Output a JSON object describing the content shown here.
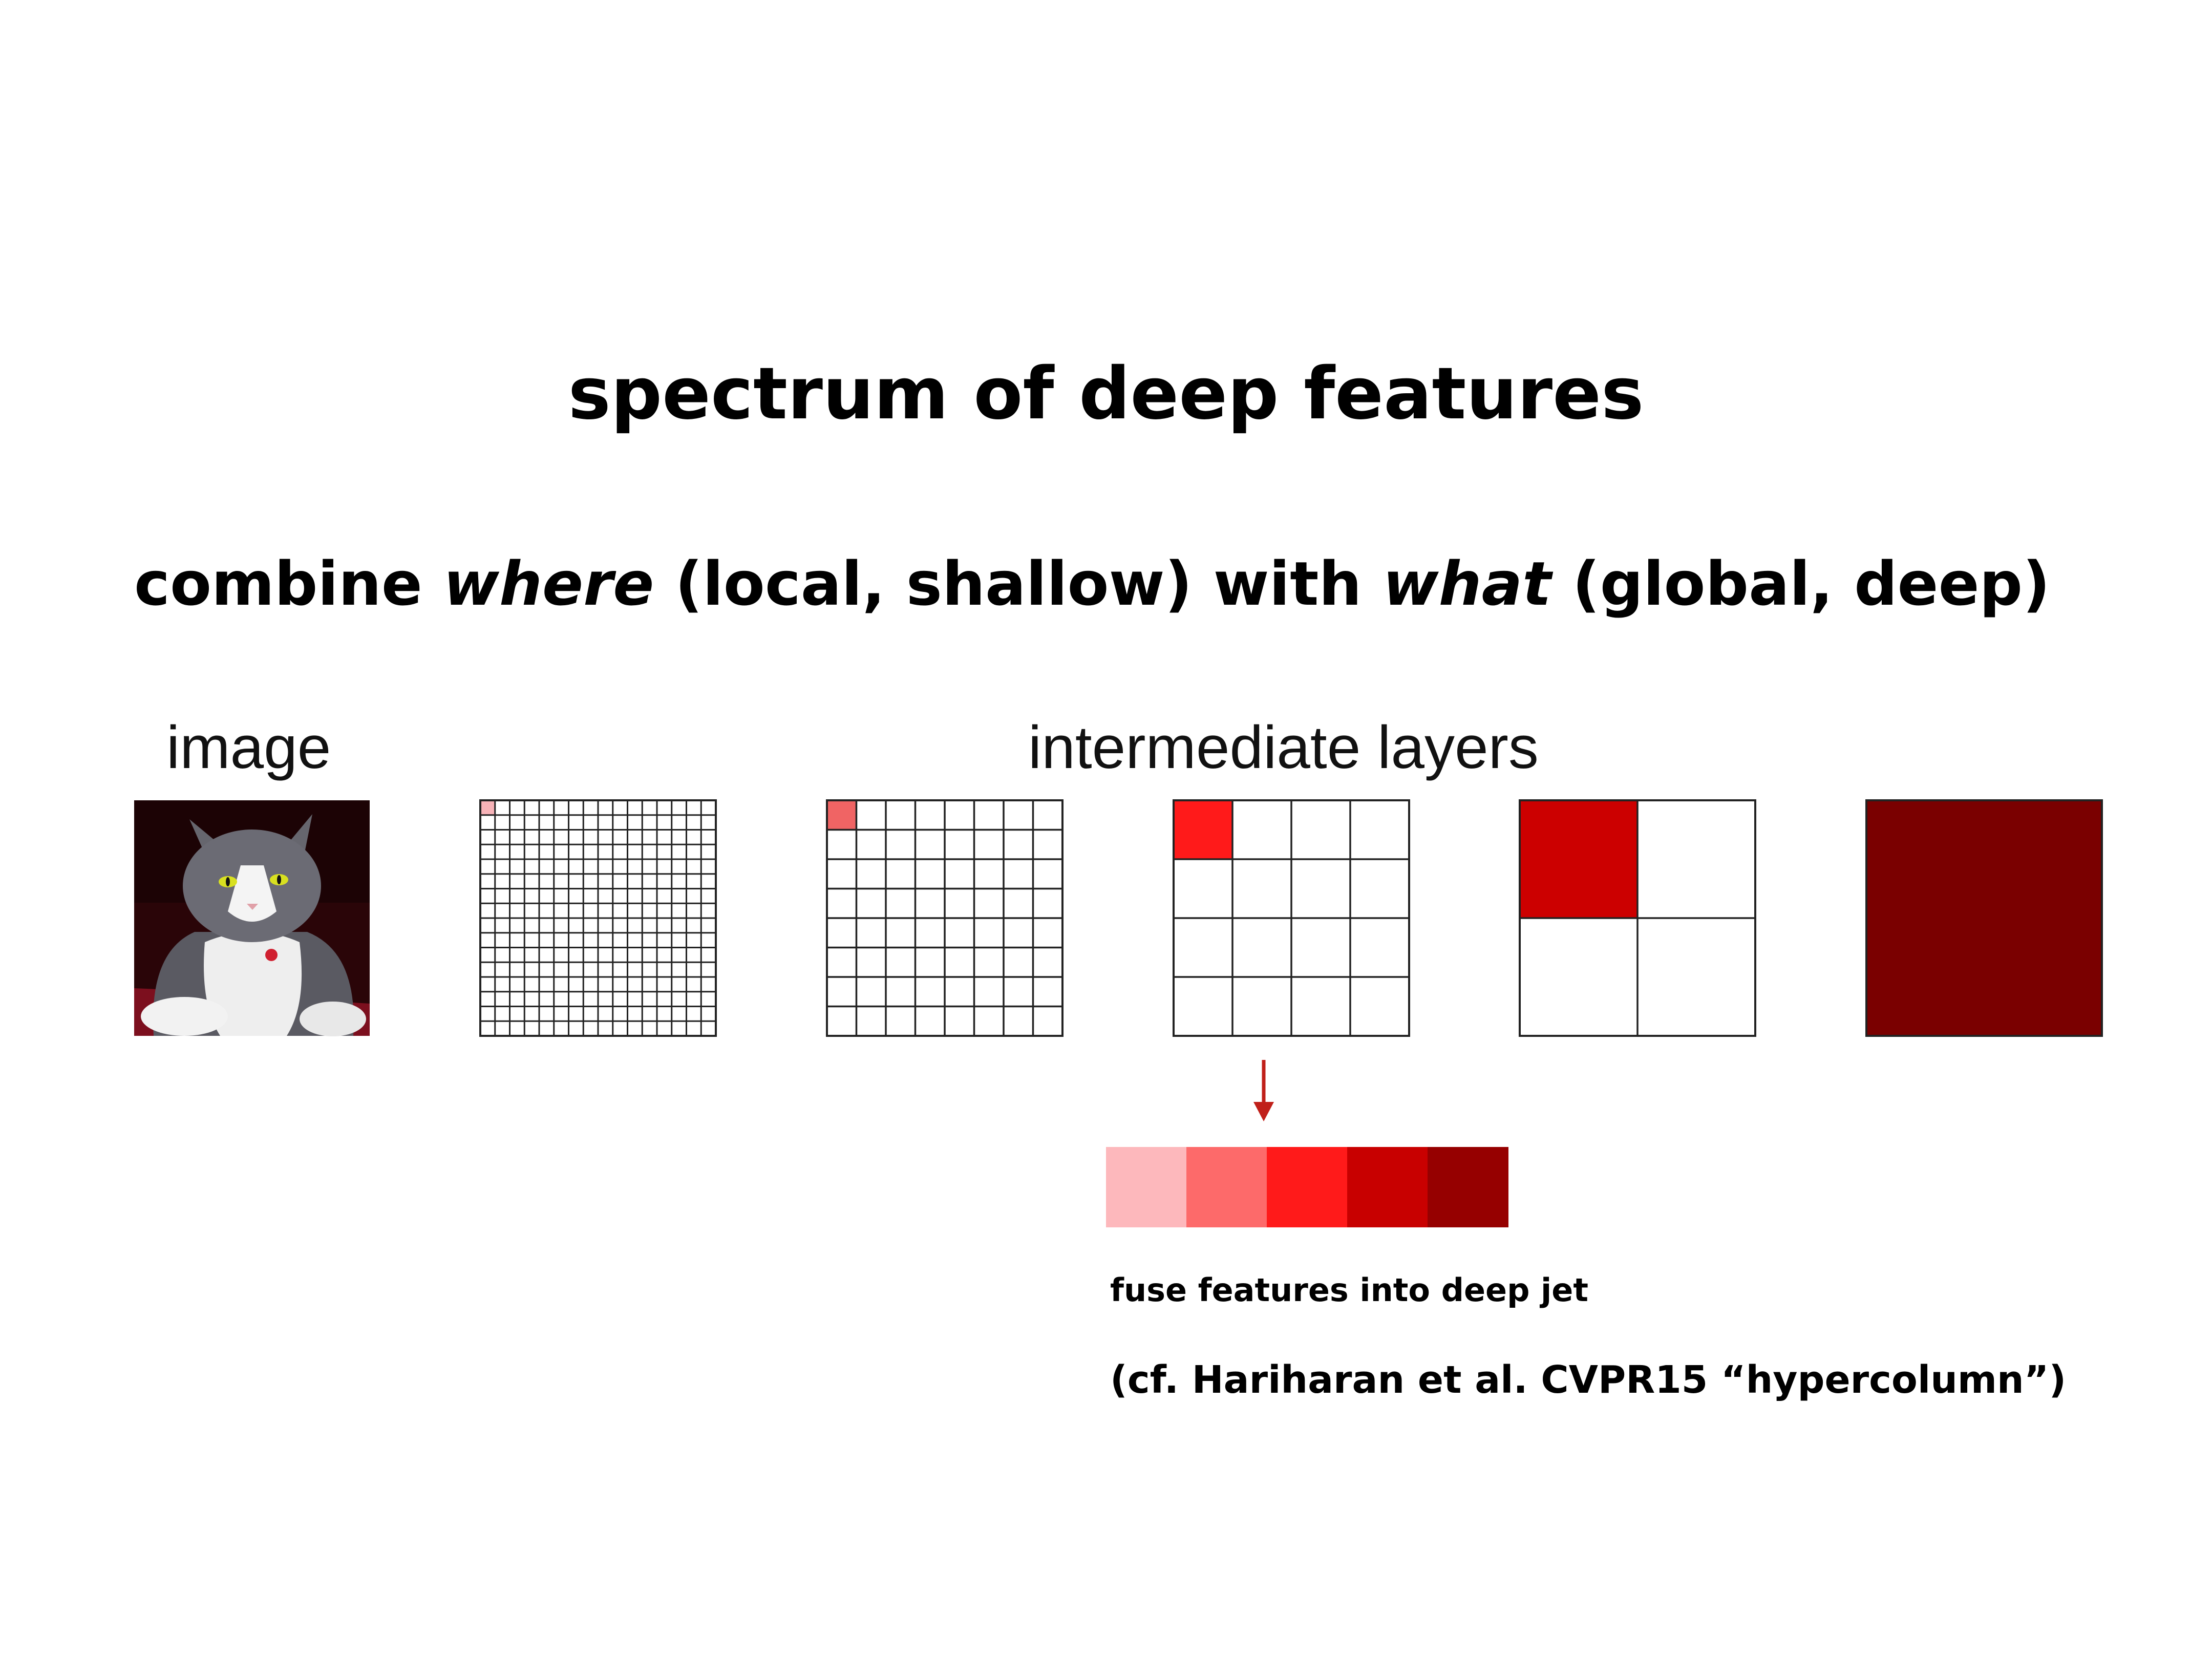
{
  "slide": {
    "title": "spectrum of deep features",
    "subtitle": {
      "part1": "combine ",
      "where": "where",
      "part2": " (local, shallow) with ",
      "what": "what",
      "part3": " (global, deep)"
    },
    "image_label": "image",
    "layers_label": "intermediate layers",
    "caption": "fuse features into deep jet",
    "reference": "(cf. Hariharan et al. CVPR15 “hypercolumn”)"
  },
  "layers": [
    {
      "grid": 16,
      "highlight_color": "#f7b3b8"
    },
    {
      "grid": 8,
      "highlight_color": "#f06464"
    },
    {
      "grid": 4,
      "highlight_color": "#ff1a1a"
    },
    {
      "grid": 2,
      "highlight_color": "#cc0000"
    },
    {
      "grid": 1,
      "highlight_color": "#7a0000"
    }
  ],
  "jet_colors": [
    "#fdb8bc",
    "#fd6a6a",
    "#ff1a1a",
    "#c80000",
    "#960000"
  ],
  "colors": {
    "arrow": "#c0201a",
    "grid_line": "#222222"
  }
}
